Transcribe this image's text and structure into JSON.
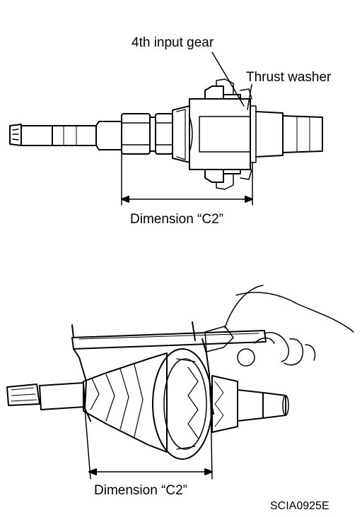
{
  "figure": {
    "upper": {
      "gear_label": "4th input gear",
      "washer_label": "Thrust washer",
      "dimension_label": "Dimension “C2”"
    },
    "lower": {
      "dimension_label": "Dimension “C2”"
    },
    "code": "SCIA0925E"
  }
}
